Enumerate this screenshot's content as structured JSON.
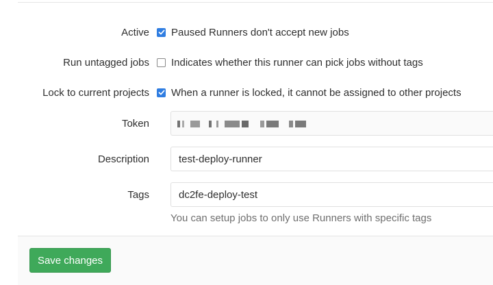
{
  "form": {
    "active": {
      "label": "Active",
      "hint": "Paused Runners don't accept new jobs",
      "checked": true
    },
    "run_untagged": {
      "label": "Run untagged jobs",
      "hint": "Indicates whether this runner can pick jobs without tags",
      "checked": false
    },
    "lock_projects": {
      "label": "Lock to current projects",
      "hint": "When a runner is locked, it cannot be assigned to other projects",
      "checked": true
    },
    "token": {
      "label": "Token"
    },
    "description": {
      "label": "Description",
      "value": "test-deploy-runner"
    },
    "tags": {
      "label": "Tags",
      "value": "dc2fe-deploy-test",
      "help": "You can setup jobs to only use Runners with specific tags"
    }
  },
  "footer": {
    "save_label": "Save changes"
  },
  "colors": {
    "checkbox_accent": "#2f7de1",
    "save_button": "#3fa95a"
  }
}
